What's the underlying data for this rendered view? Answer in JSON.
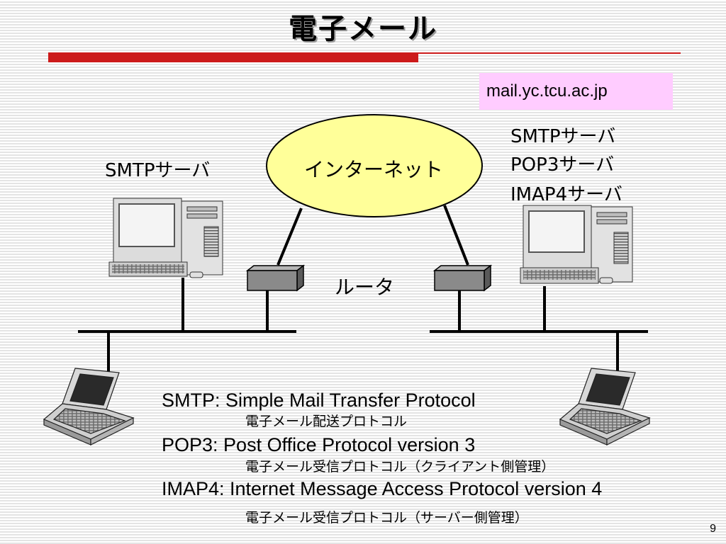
{
  "slide": {
    "title": "電子メール",
    "page_number": "9"
  },
  "hostname": "mail.yc.tcu.ac.jp",
  "labels": {
    "left_server": "SMTPサーバ",
    "right_server_lines": [
      "SMTPサーバ",
      "POP3サーバ",
      "IMAP4サーバ"
    ],
    "internet": "インターネット",
    "router": "ルータ"
  },
  "definitions": [
    {
      "term": "SMTP: Simple Mail Transfer Protocol",
      "note": "電子メール配送プロトコル"
    },
    {
      "term": "POP3: Post Office Protocol version 3",
      "note": "電子メール受信プロトコル（クライアント側管理）"
    },
    {
      "term": "IMAP4: Internet Message Access Protocol version 4",
      "note": "電子メール受信プロトコル（サーバー側管理）"
    }
  ],
  "colors": {
    "accent_red": "#cc1a1a",
    "hostname_box": "#ffccff",
    "internet_ellipse": "#ffff99"
  },
  "icons": {
    "left_server": "desktop-computer-icon",
    "right_server": "desktop-computer-icon",
    "left_client": "laptop-icon",
    "right_client": "laptop-icon",
    "routers": "router-icon"
  }
}
